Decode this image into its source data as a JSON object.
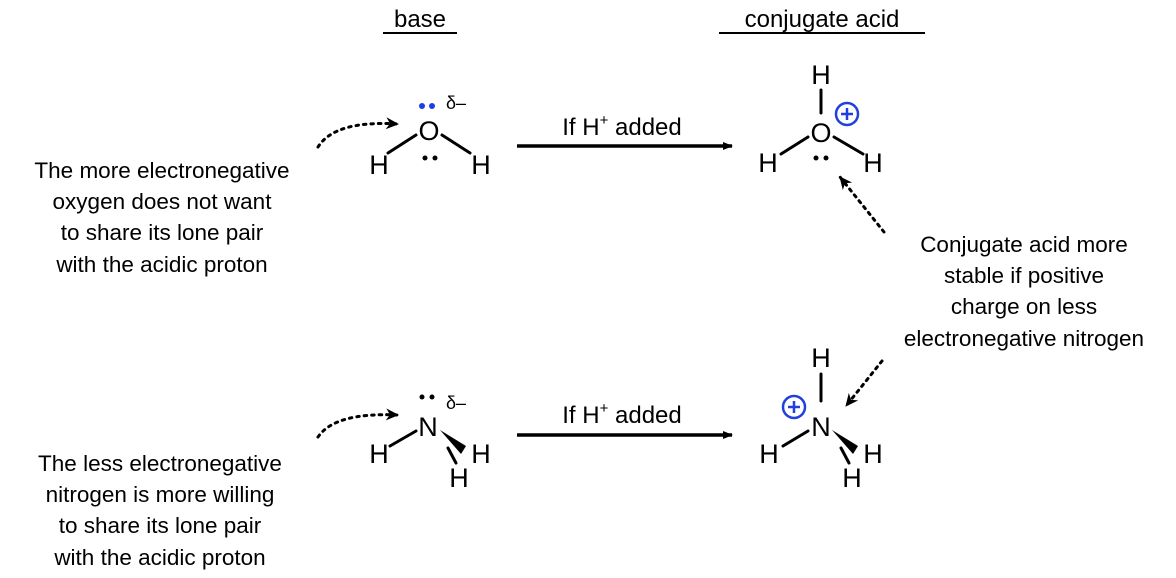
{
  "headers": {
    "base": "base",
    "conjugate_acid": "conjugate acid"
  },
  "atoms": {
    "oxygen": "O",
    "nitrogen": "N",
    "hydrogen": "H",
    "delta": "δ–",
    "plus": "+"
  },
  "reaction_label": {
    "prefix": "If H",
    "superscript": "+",
    "suffix": " added"
  },
  "notes": {
    "oxygen": [
      "The more electronegative",
      "oxygen does not want",
      "to share its lone pair",
      "with the acidic proton"
    ],
    "nitrogen": [
      "The less electronegative",
      "nitrogen is more willing",
      "to share its lone pair",
      "with the acidic proton"
    ],
    "conjugate": [
      "Conjugate acid more",
      "stable if positive",
      "charge on less",
      "electronegative nitrogen"
    ]
  },
  "colors": {
    "heteroatom": "#1f3fe0",
    "text": "#000000"
  }
}
